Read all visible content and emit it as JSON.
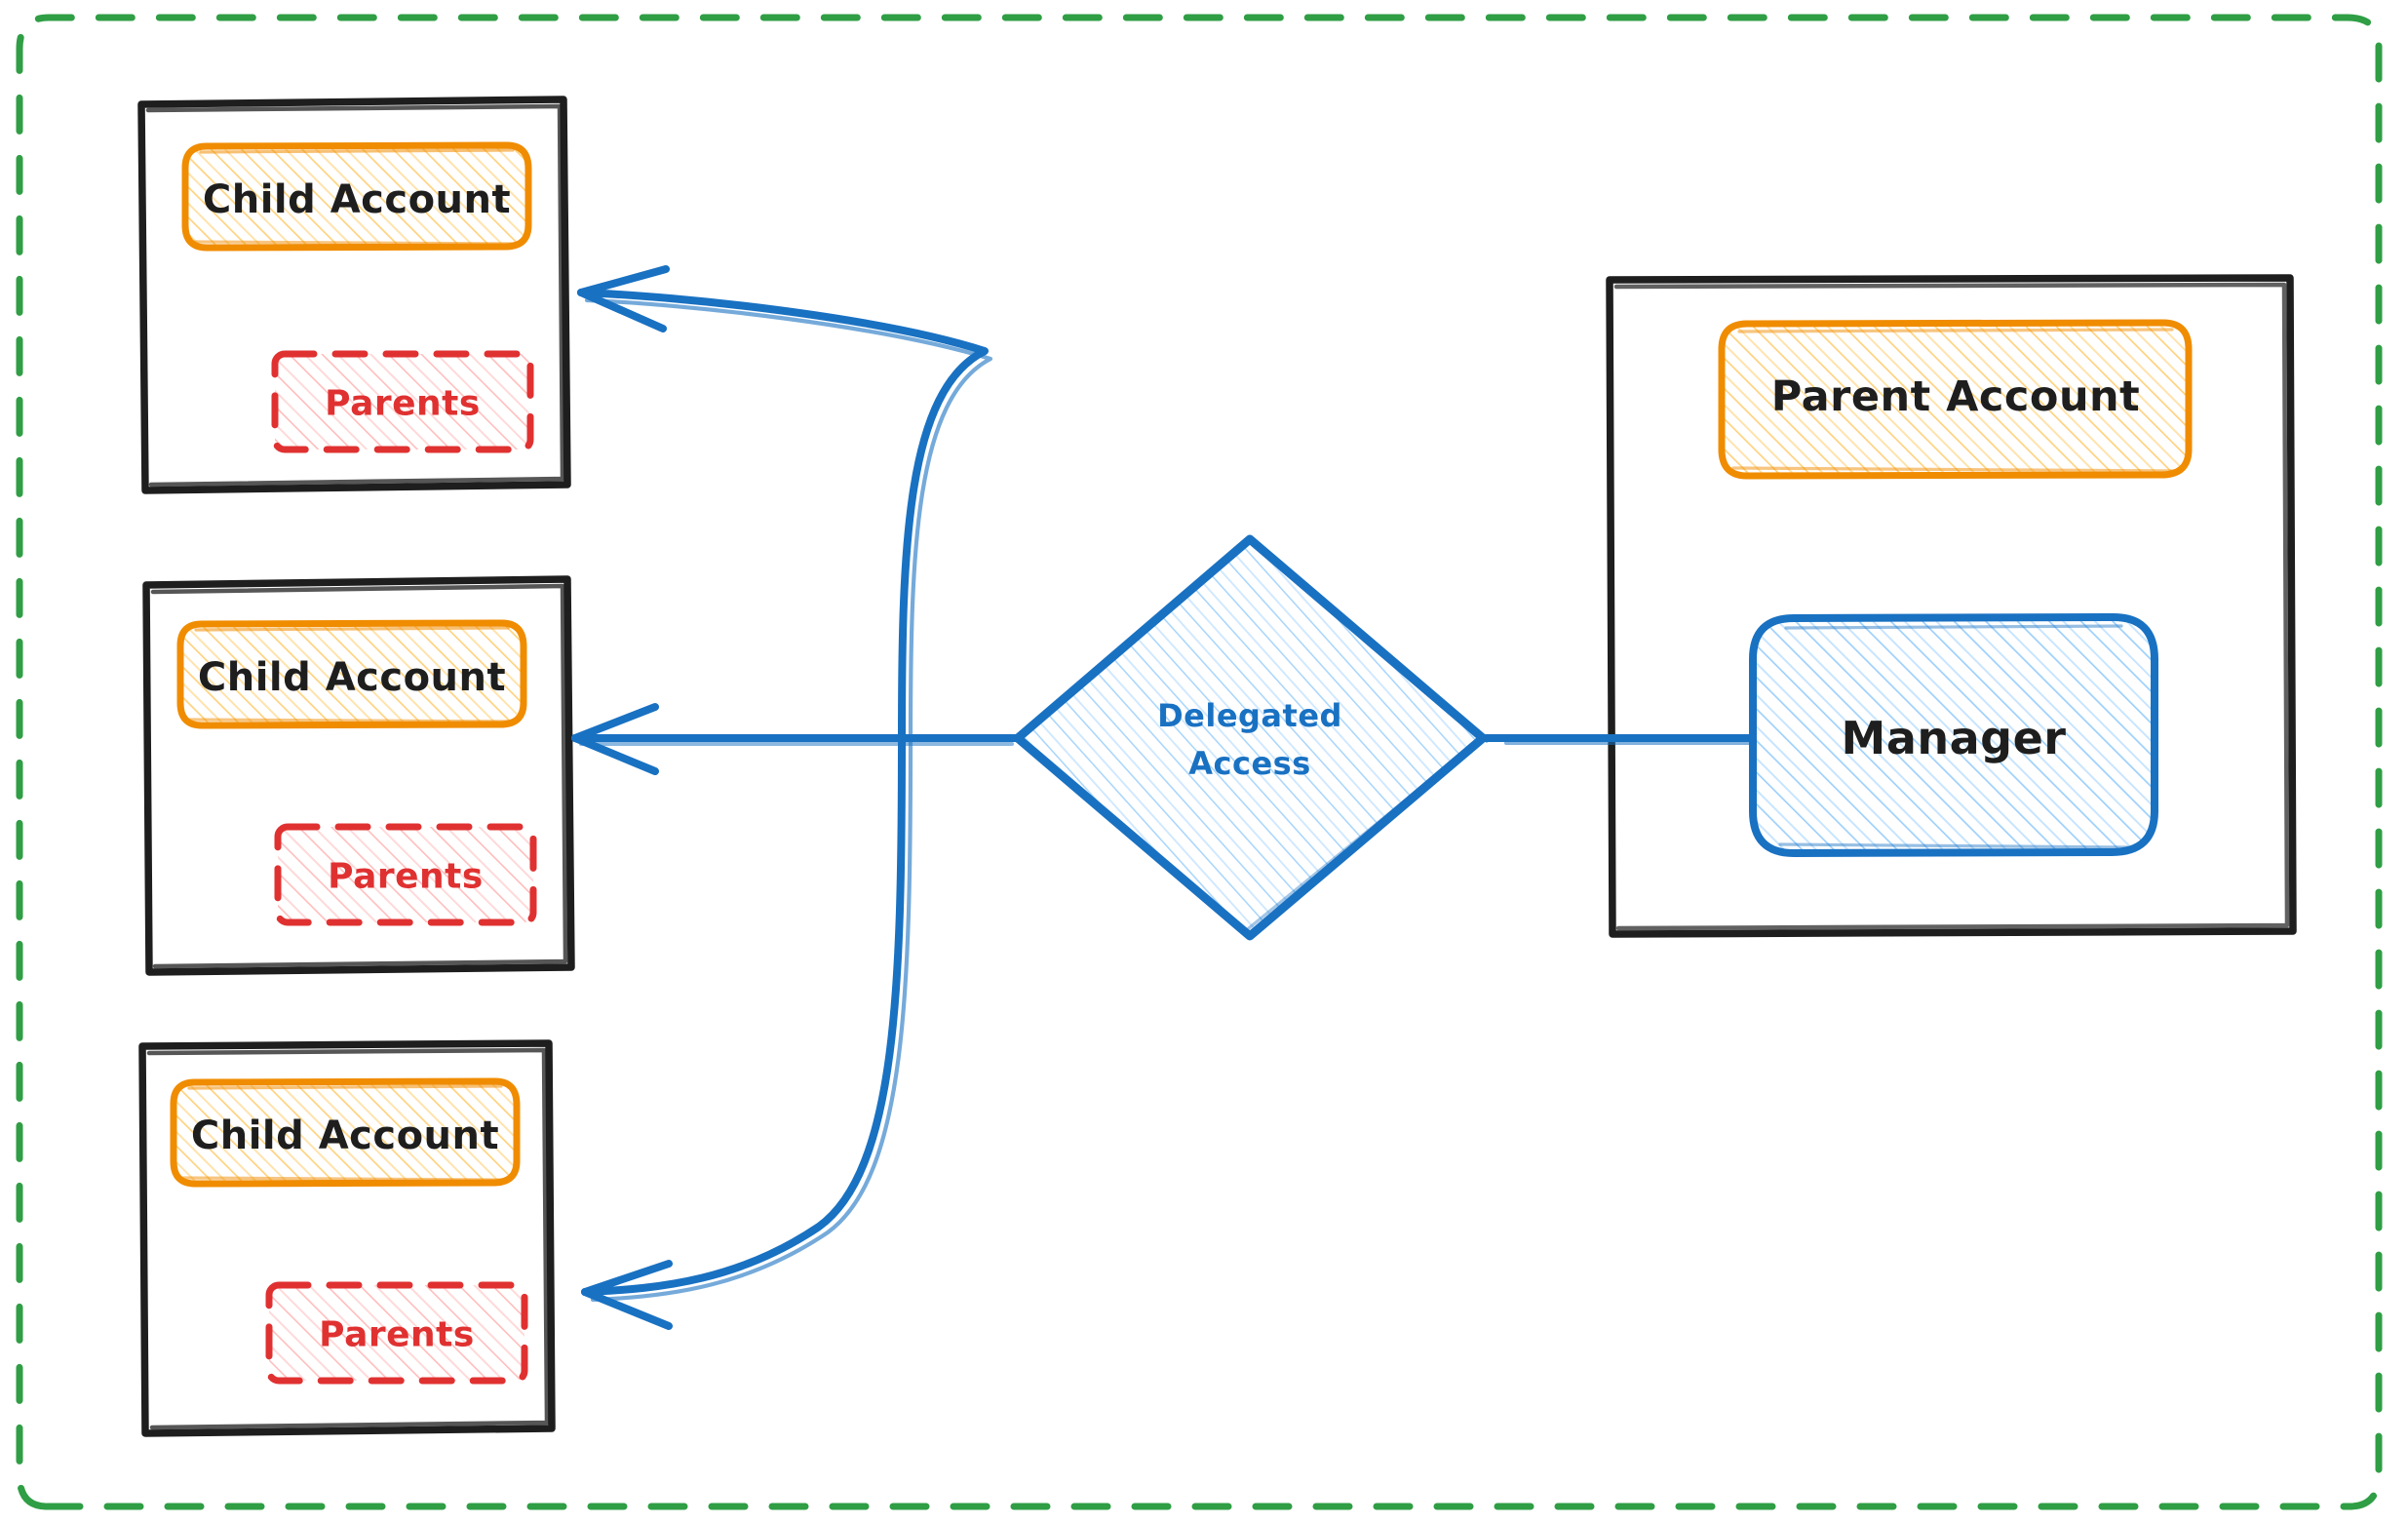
{
  "diagram": {
    "title": "Delegated Access between Parent Account and Child Accounts",
    "style": "hand-drawn sketch (excalidraw)",
    "background": "#ffffff"
  },
  "colors": {
    "boundary_green": "#2f9e44",
    "panel_black": "#1e1e1e",
    "account_orange": "#f08c00",
    "account_fill_yellow": "#ffd8a8",
    "parents_red": "#e03131",
    "parents_fill_red": "#ffc9c9",
    "link_blue": "#1971c2",
    "manager_fill_blue": "#a5d8ff",
    "text_dark": "#1e1e1e"
  },
  "boundary": {
    "name": "outer-boundary",
    "stroke": "#2f9e44",
    "style": "dashed",
    "label": ""
  },
  "left_panels": [
    {
      "id": "child-account-1",
      "account_label": "Child Account",
      "parents_label": "Parents"
    },
    {
      "id": "child-account-2",
      "account_label": "Child Account",
      "parents_label": "Parents"
    },
    {
      "id": "child-account-3",
      "account_label": "Child Account",
      "parents_label": "Parents"
    }
  ],
  "center": {
    "id": "delegated-access",
    "shape": "diamond",
    "label_line1": "Delegated",
    "label_line2": "Access"
  },
  "right_panel": {
    "id": "parent-account-panel",
    "account_label": "Parent Account",
    "manager_label": "Manager"
  },
  "connections": [
    {
      "from": "delegated-access",
      "to": "child-account-1",
      "type": "arrow",
      "direction": "left"
    },
    {
      "from": "delegated-access",
      "to": "child-account-2",
      "type": "arrow",
      "direction": "left"
    },
    {
      "from": "delegated-access",
      "to": "child-account-3",
      "type": "arrow",
      "direction": "left"
    },
    {
      "from": "manager",
      "to": "delegated-access",
      "type": "line",
      "direction": "left"
    }
  ]
}
